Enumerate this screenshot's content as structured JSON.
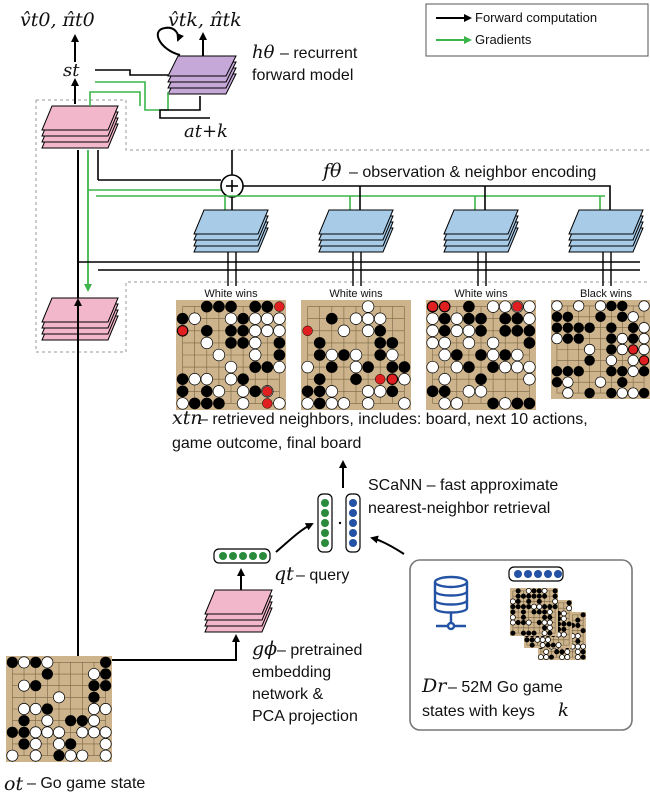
{
  "legend": {
    "forward": "Forward computation",
    "gradients": "Gradients",
    "colors": {
      "forward": "#000000",
      "gradients": "#3cb54a"
    }
  },
  "top_outputs": {
    "left_math": "v̂t0, π̂t0",
    "right_math": "v̂tk, π̂tk"
  },
  "recurrent_model": {
    "symbol": "hθ",
    "label_line1": "– recurrent",
    "label_line2": "forward model",
    "state": "st",
    "action": "at+k",
    "color": "#c6a8d8"
  },
  "encoder": {
    "symbol": "fθ",
    "label": "– observation & neighbor encoding",
    "color": "#a8cbe8"
  },
  "neighbors": {
    "outcomes": [
      "White wins",
      "White wins",
      "White wins",
      "Black wins"
    ],
    "symbol": "xtn",
    "label_line1": "– retrieved neighbors, includes: board, next 10 actions,",
    "label_line2": "game outcome, final board"
  },
  "scann": {
    "label_line1": "SCaNN – fast approximate",
    "label_line2": "nearest-neighbor retrieval"
  },
  "query": {
    "symbol": "qt",
    "label": "– query"
  },
  "embedding": {
    "symbol": "gϕ",
    "label_lines": [
      "– pretrained",
      "embedding",
      "network &",
      "PCA projection"
    ],
    "color": "#f3b7cc"
  },
  "database": {
    "symbol": "Dr",
    "label_line1": "– 52M Go game",
    "label_line2": "states with keys",
    "key_symbol": "k"
  },
  "observation": {
    "symbol": "ot",
    "label": "– Go game state"
  }
}
